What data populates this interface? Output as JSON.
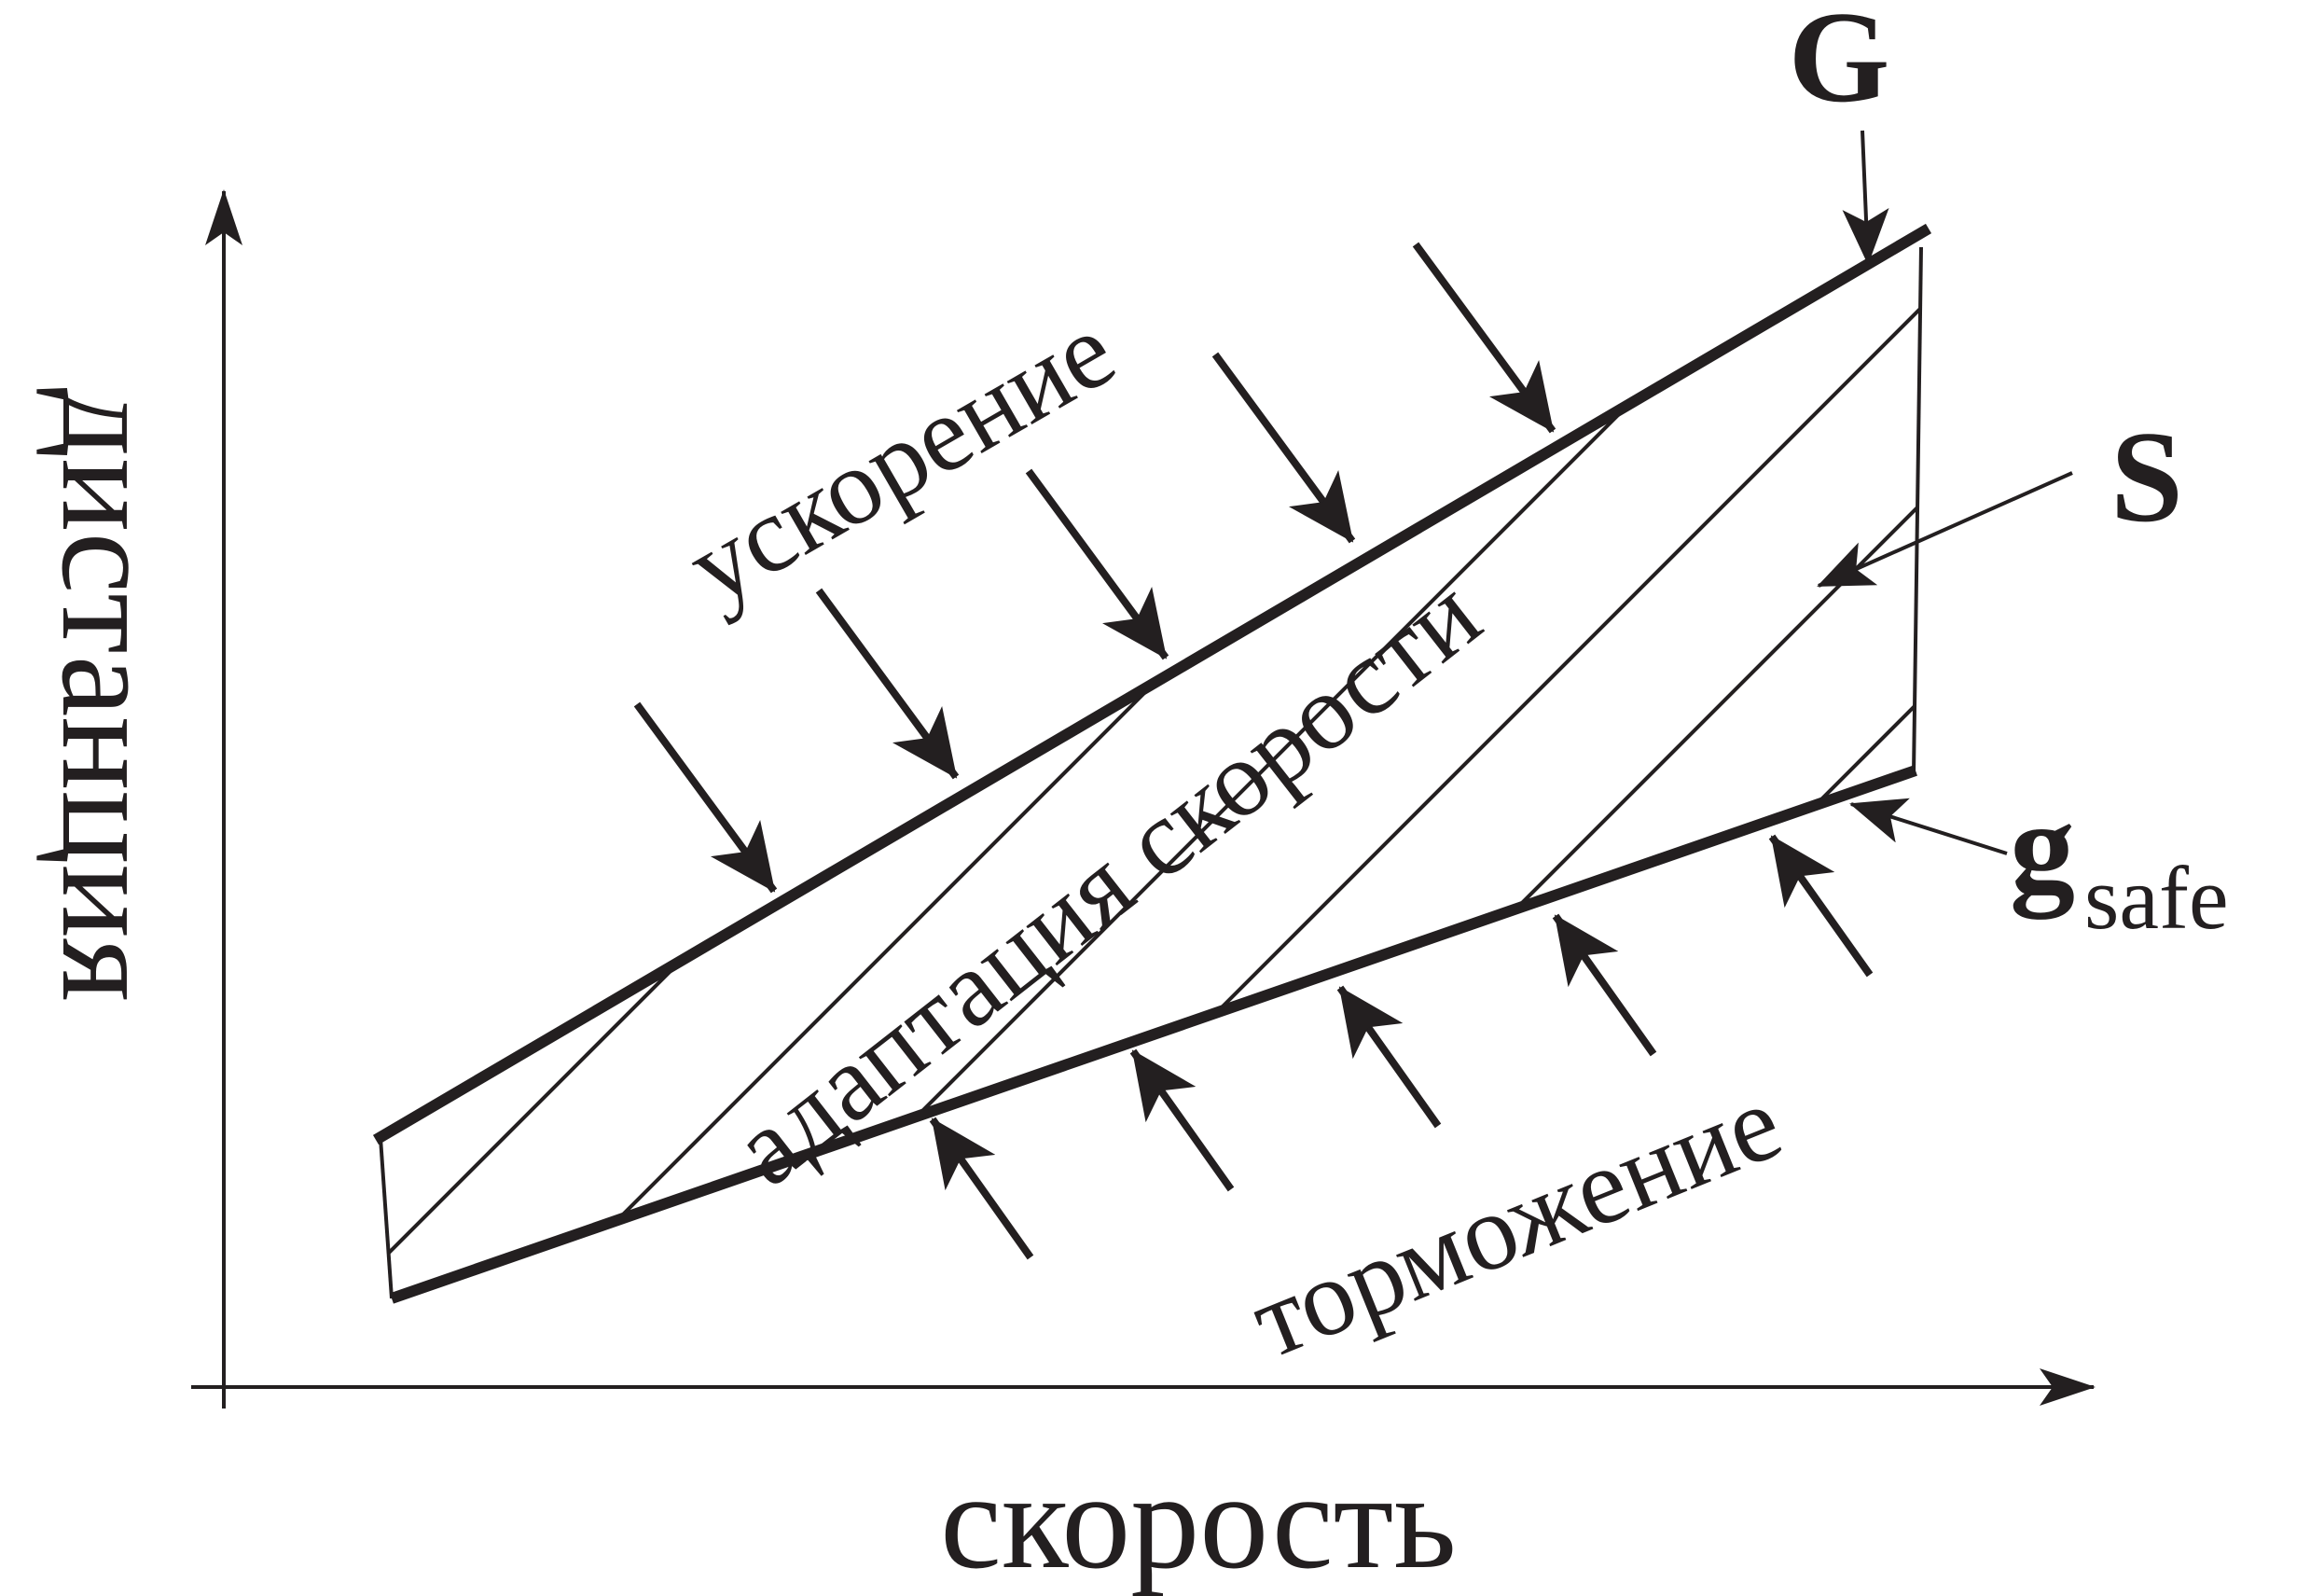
{
  "diagram": {
    "labels": {
      "y_axis": "дистанция",
      "x_axis": "скорость",
      "upper_region": "ускорение",
      "middle_region": "адаптация скорости",
      "lower_region": "торможение",
      "upper_line": "G",
      "middle_region_symbol": "S",
      "lower_line_main": "g",
      "lower_line_sub": "safe"
    },
    "colors": {
      "ink": "#231f20",
      "background": "#ffffff"
    }
  }
}
